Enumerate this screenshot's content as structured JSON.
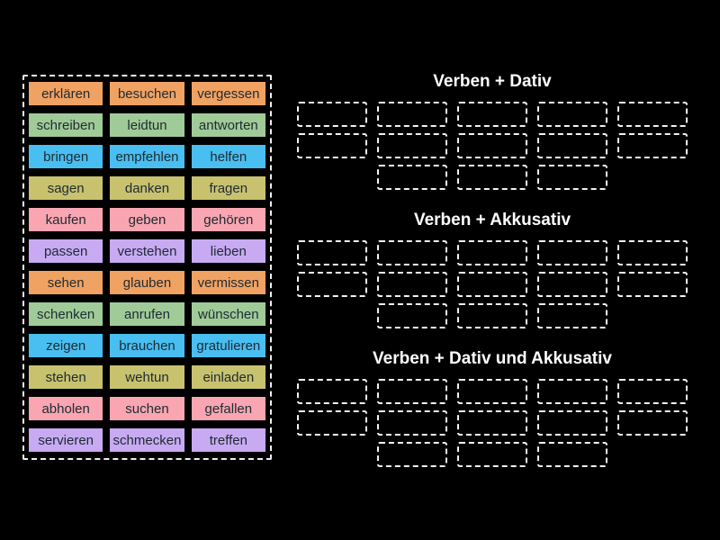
{
  "palette": {
    "orange": "#f0a263",
    "green": "#a0cb98",
    "blue": "#49bef0",
    "olive": "#c8c26f",
    "pink": "#f9a6b2",
    "purple": "#c8aaf3",
    "tile_text": "#1e2a32",
    "dash_border": "#f2f2f2",
    "title_text": "#ffffff",
    "background": "#000000"
  },
  "board": {
    "tiles": [
      {
        "label": "erklären",
        "color": "orange"
      },
      {
        "label": "besuchen",
        "color": "orange"
      },
      {
        "label": "vergessen",
        "color": "orange"
      },
      {
        "label": "schreiben",
        "color": "green"
      },
      {
        "label": "leidtun",
        "color": "green"
      },
      {
        "label": "antworten",
        "color": "green"
      },
      {
        "label": "bringen",
        "color": "blue"
      },
      {
        "label": "empfehlen",
        "color": "blue"
      },
      {
        "label": "helfen",
        "color": "blue"
      },
      {
        "label": "sagen",
        "color": "olive"
      },
      {
        "label": "danken",
        "color": "olive"
      },
      {
        "label": "fragen",
        "color": "olive"
      },
      {
        "label": "kaufen",
        "color": "pink"
      },
      {
        "label": "geben",
        "color": "pink"
      },
      {
        "label": "gehören",
        "color": "pink"
      },
      {
        "label": "passen",
        "color": "purple"
      },
      {
        "label": "verstehen",
        "color": "purple"
      },
      {
        "label": "lieben",
        "color": "purple"
      },
      {
        "label": "sehen",
        "color": "orange"
      },
      {
        "label": "glauben",
        "color": "orange"
      },
      {
        "label": "vermissen",
        "color": "orange"
      },
      {
        "label": "schenken",
        "color": "green"
      },
      {
        "label": "anrufen",
        "color": "green"
      },
      {
        "label": "wünschen",
        "color": "green"
      },
      {
        "label": "zeigen",
        "color": "blue"
      },
      {
        "label": "brauchen",
        "color": "blue"
      },
      {
        "label": "gratulieren",
        "color": "blue"
      },
      {
        "label": "stehen",
        "color": "olive"
      },
      {
        "label": "wehtun",
        "color": "olive"
      },
      {
        "label": "einladen",
        "color": "olive"
      },
      {
        "label": "abholen",
        "color": "pink"
      },
      {
        "label": "suchen",
        "color": "pink"
      },
      {
        "label": "gefallen",
        "color": "pink"
      },
      {
        "label": "servieren",
        "color": "purple"
      },
      {
        "label": "schmecken",
        "color": "purple"
      },
      {
        "label": "treffen",
        "color": "purple"
      }
    ]
  },
  "groups": [
    {
      "title": "Verben + Dativ",
      "slot_rows": [
        5,
        5,
        3
      ]
    },
    {
      "title": "Verben + Akkusativ",
      "slot_rows": [
        5,
        5,
        3
      ]
    },
    {
      "title": "Verben + Dativ und Akkusativ",
      "slot_rows": [
        5,
        5,
        3
      ]
    }
  ]
}
